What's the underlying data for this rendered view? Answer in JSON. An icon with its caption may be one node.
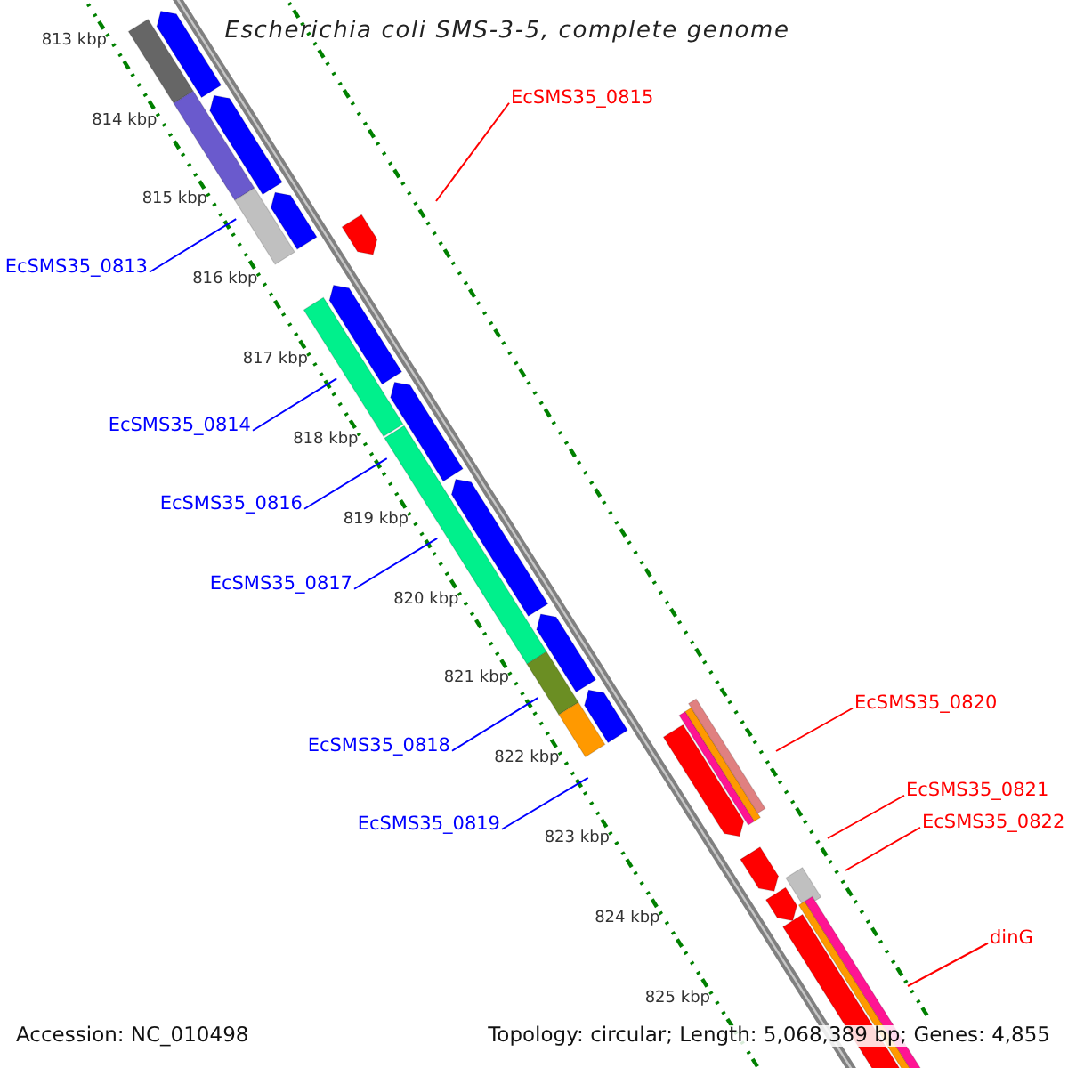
{
  "diagram": {
    "title": "Escherichia coli SMS-3-5, complete genome",
    "nodes": [
      {
        "text": [
          "EcSMS35_0815"
        ]
      },
      {
        "text": [
          "EcSMS35_0813"
        ]
      },
      {
        "text": [
          "EcSMS35_0814"
        ]
      },
      {
        "text": [
          "EcSMS35_0816"
        ]
      },
      {
        "text": [
          "EcSMS35_0817"
        ]
      },
      {
        "text": [
          "EcSMS35_0820"
        ]
      },
      {
        "text": [
          "EcSMS35_0818"
        ]
      },
      {
        "text": [
          "EcSMS35_0819"
        ]
      },
      {
        "text": [
          "EcSMS35_0821"
        ]
      },
      {
        "text": [
          "EcSMS35_0822"
        ]
      },
      {
        "text": [
          "dinG"
        ]
      }
    ],
    "edges": [
      {
        "from": 0,
        "to": null,
        "arrow": "none",
        "color": "#ff0000"
      },
      {
        "from": 1,
        "to": null,
        "arrow": "none"
      },
      {
        "from": 2,
        "to": null,
        "arrow": "none"
      },
      {
        "from": 3,
        "to": null,
        "arrow": "none"
      },
      {
        "from": 4,
        "to": null,
        "arrow": "none"
      },
      {
        "from": 5,
        "to": null,
        "arrow": "none",
        "color": "#ff0000"
      },
      {
        "from": 6,
        "to": null,
        "arrow": "none"
      },
      {
        "from": 7,
        "to": null,
        "arrow": "none"
      },
      {
        "from": 8,
        "to": null,
        "arrow": "none",
        "color": "#ff0000"
      },
      {
        "from": 9,
        "to": null,
        "arrow": "none",
        "color": "#ff0000"
      },
      {
        "from": 10,
        "to": null,
        "arrow": "none",
        "color": "#ff0000"
      }
    ],
    "labels": [
      "813 kbp",
      "814 kbp",
      "815 kbp",
      "816 kbp",
      "817 kbp",
      "818 kbp",
      "819 kbp",
      "820 kbp",
      "821 kbp",
      "822 kbp",
      "823 kbp",
      "824 kbp",
      "825 kbp",
      "Accession: NC_010498",
      "Topology: circular; Length: 5,068,389 bp; Genes: 4,855"
    ]
  }
}
